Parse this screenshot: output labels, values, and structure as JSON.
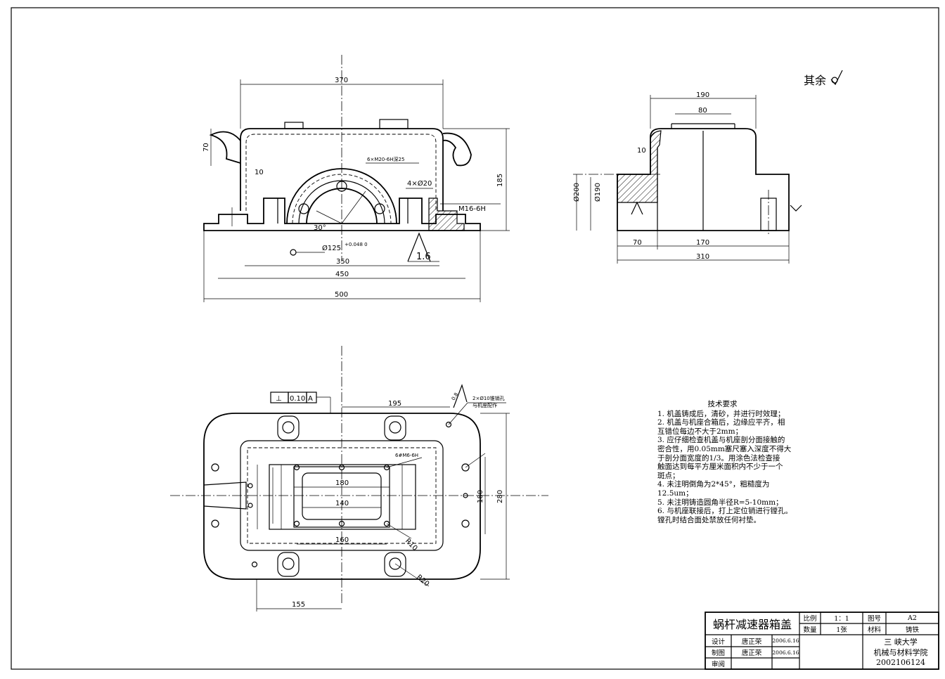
{
  "drawing": {
    "surface_note": "其余",
    "front_view": {
      "dims": {
        "top_width": "370",
        "bearing_bolts": "6×M20-6H深25",
        "holes": "4×Ø20",
        "bore_dia": "Ø125",
        "bore_tol": "+0.048\n0",
        "angle": "30°",
        "width_350": "350",
        "width_450": "450",
        "width_500": "500",
        "height_185": "185",
        "height_70": "70",
        "dim_10": "10",
        "oil_plug": "M16-6H",
        "roughness": "1.6"
      }
    },
    "side_view": {
      "dims": {
        "width_190": "190",
        "width_80": "80",
        "dim_10": "10",
        "dia_200": "Ø200",
        "dia_190": "Ø190",
        "width_70": "70",
        "width_170": "170",
        "width_310": "310"
      }
    },
    "top_view": {
      "tolerance": {
        "symbol": "⊥",
        "value": "0.10",
        "datum": "A"
      },
      "dims": {
        "width_195": "195",
        "pin_note_1": "2×Ø10锥销孔",
        "pin_note_2": "与机座配作",
        "roughness": "0.8",
        "thread": "6#M6-6H",
        "width_180": "180",
        "width_140": "140",
        "width_160": "160",
        "width_155": "155",
        "height_280": "280",
        "height_180": "180",
        "radius": "R10",
        "radius_20": "R20"
      }
    }
  },
  "notes": {
    "title": "技术要求",
    "lines": [
      "1. 机盖铸成后，清砂，并进行时效理；",
      "2. 机盖与机座合箱后，边缘应平齐，相",
      "互错位每边不大于2mm；",
      "3. 应仔细检查机盖与机座剖分面接触的",
      "密合性，用0.05mm塞尺塞入深度不得大",
      "于剖分面宽度的1/3。用涂色法检查接",
      "触面达到每平方厘米面积内不少于一个",
      "斑点；",
      "4. 未注明倒角为2*45°，粗糙度为",
      "12.5um；",
      "5. 未注明铸造圆角半径R=5-10mm；",
      "6. 与机座联接后，打上定位销进行镗孔。",
      "镗孔时结合面处禁放任何衬垫。"
    ]
  },
  "title_block": {
    "part_name": "蜗杆减速器箱盖",
    "scale_label": "比例",
    "scale_value": "1：1",
    "drawing_no_label": "图号",
    "drawing_no_value": "A2",
    "quantity_label": "数量",
    "quantity_value": "1张",
    "material_label": "材料",
    "material_value": "铸铁",
    "design_label": "设计",
    "design_name": "唐正荣",
    "design_date": "2006.6.16",
    "draw_label": "制图",
    "draw_name": "唐正荣",
    "draw_date": "2006.6.16",
    "review_label": "审阅",
    "school": "三 峡大学",
    "college": "机械与材料学院",
    "student_id": "2002106124"
  }
}
